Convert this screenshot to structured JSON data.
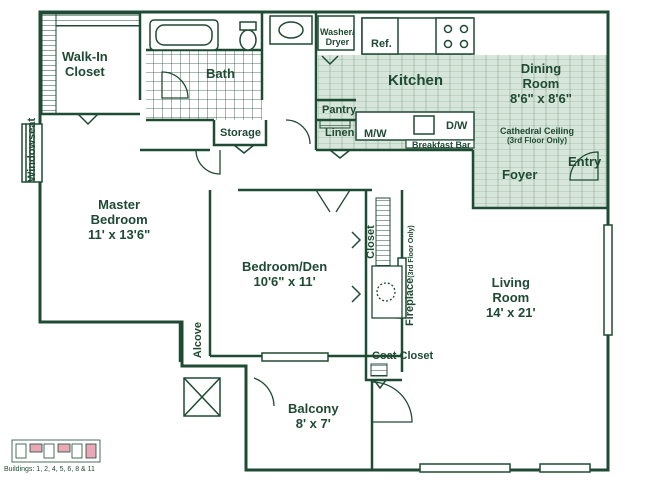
{
  "rooms": {
    "walk_in_closet": {
      "name1": "Walk-In",
      "name2": "Closet"
    },
    "bath": {
      "name": "Bath"
    },
    "storage": {
      "name": "Storage"
    },
    "washer_dryer": {
      "name1": "Washer/",
      "name2": "Dryer"
    },
    "ref": {
      "name": "Ref."
    },
    "kitchen": {
      "name": "Kitchen"
    },
    "dining": {
      "name1": "Dining",
      "name2": "Room",
      "dims": "8'6\" x 8'6\""
    },
    "pantry": {
      "name": "Pantry"
    },
    "linen": {
      "name": "Linen"
    },
    "mw": {
      "name": "M/W"
    },
    "dw": {
      "name": "D/W"
    },
    "breakfast_bar": {
      "name": "Breakfast Bar"
    },
    "cathedral": {
      "name": "Cathedral Ceiling",
      "note": "(3rd Floor Only)"
    },
    "entry": {
      "name": "Entry"
    },
    "foyer": {
      "name": "Foyer"
    },
    "windowseat": {
      "name": "Windowseat"
    },
    "master": {
      "name1": "Master",
      "name2": "Bedroom",
      "dims": "11' x 13'6\""
    },
    "bedroom_den": {
      "name": "Bedroom/Den",
      "dims": "10'6\" x 11'"
    },
    "closet": {
      "name": "Closet"
    },
    "fireplace": {
      "name": "Fireplace",
      "note": "(3rd Floor Only)"
    },
    "living": {
      "name1": "Living",
      "name2": "Room",
      "dims": "14' x 21'"
    },
    "alcove": {
      "name": "Alcove"
    },
    "coat_closet": {
      "name": "Coat Closet"
    },
    "balcony": {
      "name": "Balcony",
      "dims": "8' x 7'"
    }
  },
  "buildings": "Buildings: 1, 2, 4, 5, 6, 8 & 11",
  "colors": {
    "wall": "#1f4a34",
    "tile": "#cfe3d3",
    "key_highlight": "#e9a7b8"
  }
}
